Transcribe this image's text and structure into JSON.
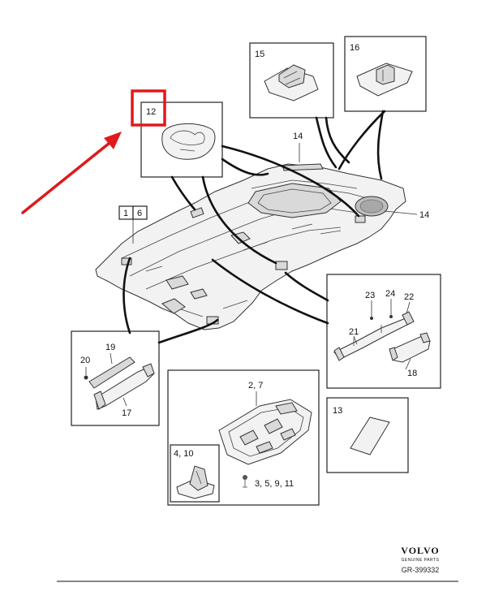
{
  "labels": {
    "p12": "12",
    "p15": "15",
    "p16": "16",
    "p14_top": "14",
    "p14_right": "14",
    "p1": "1",
    "p6": "6",
    "p23": "23",
    "p24": "24",
    "p22": "22",
    "p21": "21",
    "p18": "18",
    "p19": "19",
    "p20": "20",
    "p17": "17",
    "p2_7": "2, 7",
    "p4_10": "4, 10",
    "p3_5_9_11": "3, 5, 9, 11",
    "p13": "13"
  },
  "footer": {
    "brand": "VOLVO",
    "tagline": "GENUINE PARTS",
    "ref": "GR-399332"
  },
  "colors": {
    "highlight": "#e0191b",
    "ink": "#111111"
  }
}
